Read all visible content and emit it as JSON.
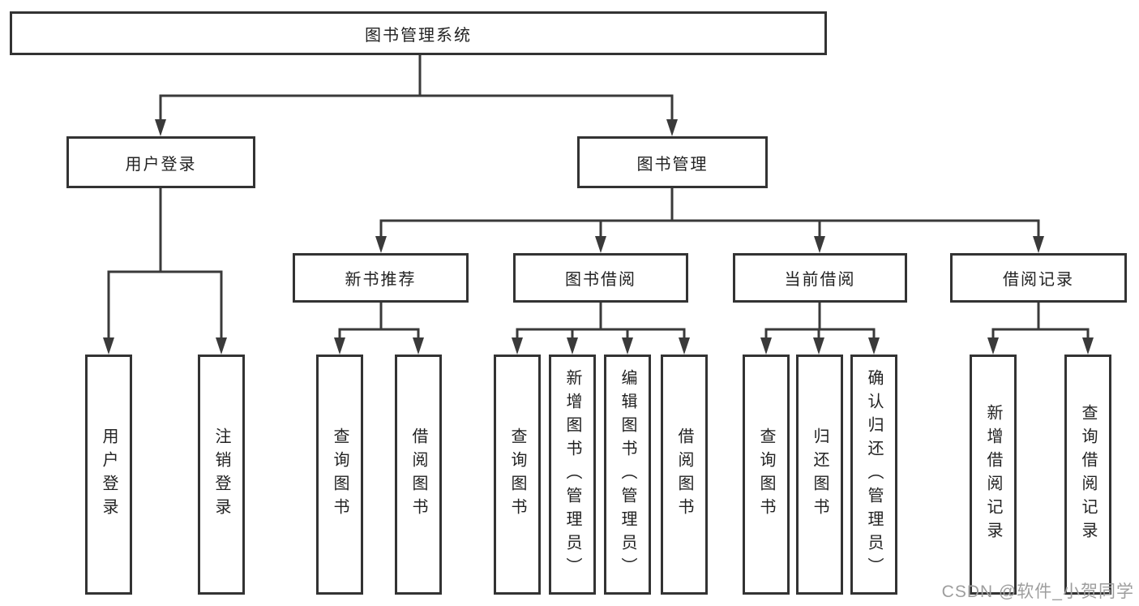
{
  "diagram": {
    "root": {
      "label": "图书管理系统"
    },
    "level2": {
      "user_login": {
        "label": "用户登录"
      },
      "book_mgmt": {
        "label": "图书管理"
      }
    },
    "level3": {
      "new_book_rec": {
        "label": "新书推荐"
      },
      "book_borrow": {
        "label": "图书借阅"
      },
      "current_borrow": {
        "label": "当前借阅"
      },
      "borrow_records": {
        "label": "借阅记录"
      }
    },
    "leaves": {
      "user_login_leaf": {
        "label": "用户登录"
      },
      "logout_leaf": {
        "label": "注销登录"
      },
      "rec_query_books": {
        "label": "查询图书"
      },
      "rec_borrow_books": {
        "label": "借阅图书"
      },
      "bb_query_books": {
        "label": "查询图书"
      },
      "bb_add_book_admin": {
        "label": "新增图书（管理员）"
      },
      "bb_edit_book_admin": {
        "label": "编辑图书（管理员）"
      },
      "bb_borrow_books": {
        "label": "借阅图书"
      },
      "cb_query_books": {
        "label": "查询图书"
      },
      "cb_return_books": {
        "label": "归还图书"
      },
      "cb_confirm_return_admin": {
        "label": "确认归还（管理员）"
      },
      "br_add_record": {
        "label": "新增借阅记录"
      },
      "br_query_record": {
        "label": "查询借阅记录"
      }
    },
    "colors": {
      "border": "#333333",
      "line": "#3a3a3a",
      "text": "#222222"
    }
  },
  "watermark": {
    "text": "CSDN @软件_小贺同学",
    "color": "#9e9e9e"
  }
}
